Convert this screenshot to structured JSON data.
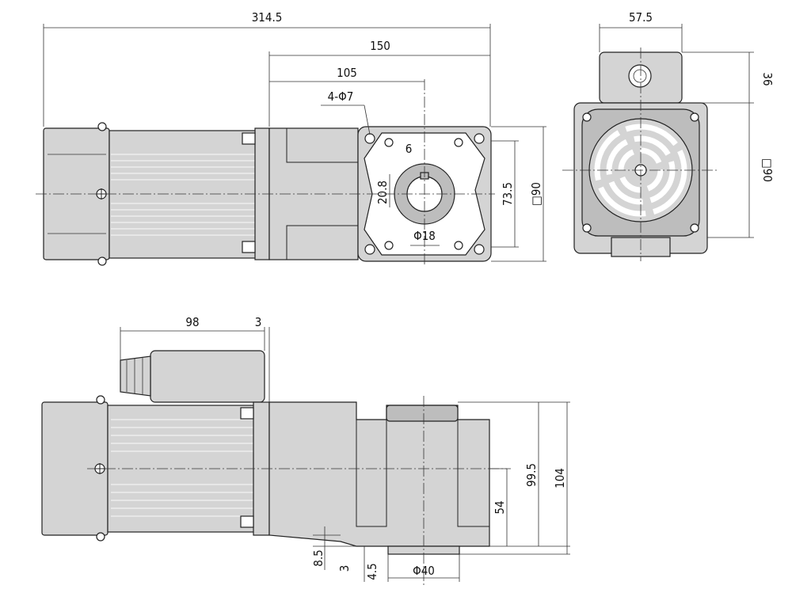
{
  "dimensions": {
    "total_length": "314.5",
    "flange_offset": "150",
    "shaft_offset": "105",
    "mount_holes": "4-Φ7",
    "key_width": "6",
    "key_height": "20.8",
    "shaft_diameter": "Φ18",
    "bolt_spacing": "73.5",
    "flange_square": "□90",
    "terminal_box_width": "57.5",
    "terminal_box_height": "36",
    "motor_square": "□90",
    "terminal_box_length": "98",
    "terminal_box_gap": "3",
    "gearbox_height": "99.5",
    "overall_height": "104",
    "shaft_center_height": "54",
    "foot_thickness": "8.5",
    "foot_step": "3",
    "base_offset": "4.5",
    "boss_diameter": "Φ40"
  }
}
